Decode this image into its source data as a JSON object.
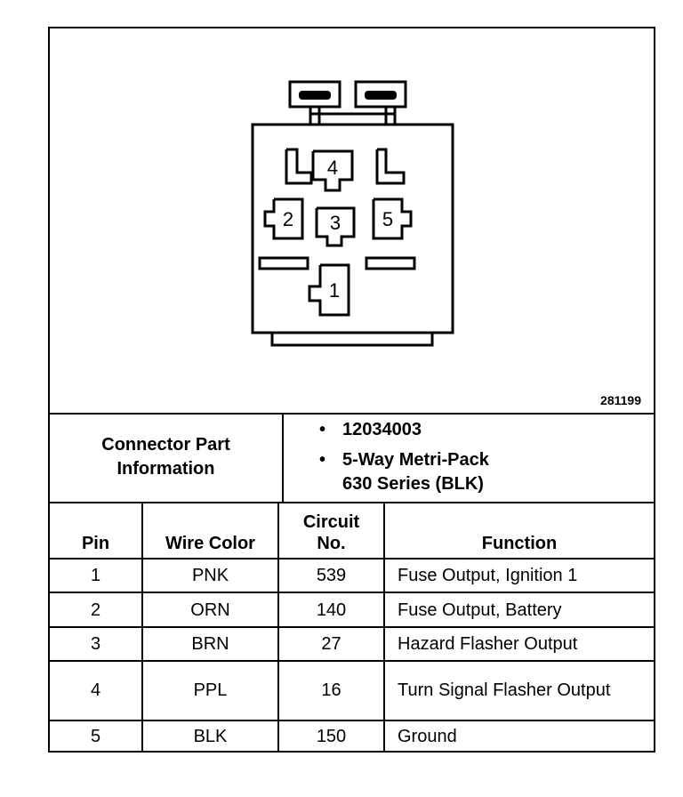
{
  "figure": {
    "id": "281199",
    "pin_labels": [
      "4",
      "2",
      "3",
      "5",
      "1"
    ]
  },
  "connector_info": {
    "label": "Connector Part Information",
    "part_number": "12034003",
    "description_line1": "5-Way Metri-Pack",
    "description_line2": "630 Series (BLK)",
    "bullet": "•"
  },
  "table": {
    "headers": {
      "pin": "Pin",
      "wire_color": "Wire Color",
      "circuit_line1": "Circuit",
      "circuit_line2": "No.",
      "function": "Function"
    },
    "rows": [
      {
        "pin": "1",
        "wire_color": "PNK",
        "circuit": "539",
        "function": "Fuse Output, Ignition 1"
      },
      {
        "pin": "2",
        "wire_color": "ORN",
        "circuit": "140",
        "function": "Fuse Output, Battery"
      },
      {
        "pin": "3",
        "wire_color": "BRN",
        "circuit": "27",
        "function": "Hazard Flasher Output"
      },
      {
        "pin": "4",
        "wire_color": "PPL",
        "circuit": "16",
        "function": "Turn Signal Flasher Output"
      },
      {
        "pin": "5",
        "wire_color": "BLK",
        "circuit": "150",
        "function": "Ground"
      }
    ]
  }
}
